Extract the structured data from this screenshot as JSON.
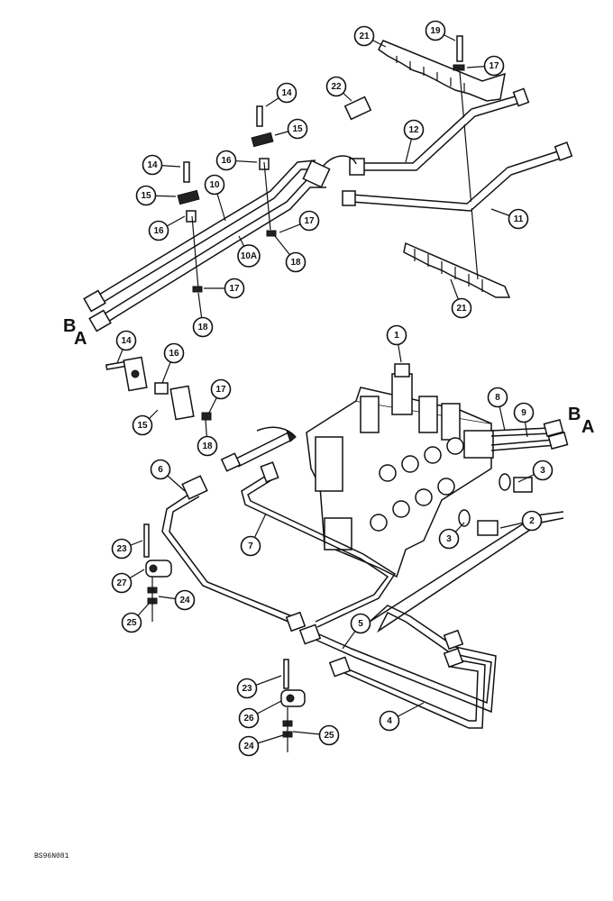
{
  "figure": {
    "code": "BS96N081"
  },
  "port_letters": {
    "left_b": "B",
    "left_a": "A",
    "right_b": "B",
    "right_a": "A"
  },
  "callouts": [
    {
      "id": "c1",
      "label": "1"
    },
    {
      "id": "c2",
      "label": "2"
    },
    {
      "id": "c3a",
      "label": "3"
    },
    {
      "id": "c3b",
      "label": "3"
    },
    {
      "id": "c4",
      "label": "4"
    },
    {
      "id": "c5",
      "label": "5"
    },
    {
      "id": "c6",
      "label": "6"
    },
    {
      "id": "c7",
      "label": "7"
    },
    {
      "id": "c8",
      "label": "8"
    },
    {
      "id": "c9",
      "label": "9"
    },
    {
      "id": "c10",
      "label": "10"
    },
    {
      "id": "c10a",
      "label": "10A"
    },
    {
      "id": "c11",
      "label": "11"
    },
    {
      "id": "c12",
      "label": "12"
    },
    {
      "id": "c14a",
      "label": "14"
    },
    {
      "id": "c14b",
      "label": "14"
    },
    {
      "id": "c14c",
      "label": "14"
    },
    {
      "id": "c15a",
      "label": "15"
    },
    {
      "id": "c15b",
      "label": "15"
    },
    {
      "id": "c15c",
      "label": "15"
    },
    {
      "id": "c16a",
      "label": "16"
    },
    {
      "id": "c16b",
      "label": "16"
    },
    {
      "id": "c16c",
      "label": "16"
    },
    {
      "id": "c17a",
      "label": "17"
    },
    {
      "id": "c17b",
      "label": "17"
    },
    {
      "id": "c17c",
      "label": "17"
    },
    {
      "id": "c17d",
      "label": "17"
    },
    {
      "id": "c18a",
      "label": "18"
    },
    {
      "id": "c18b",
      "label": "18"
    },
    {
      "id": "c18c",
      "label": "18"
    },
    {
      "id": "c19",
      "label": "19"
    },
    {
      "id": "c21a",
      "label": "21"
    },
    {
      "id": "c21b",
      "label": "21"
    },
    {
      "id": "c22",
      "label": "22"
    },
    {
      "id": "c23a",
      "label": "23"
    },
    {
      "id": "c23b",
      "label": "23"
    },
    {
      "id": "c24a",
      "label": "24"
    },
    {
      "id": "c24b",
      "label": "24"
    },
    {
      "id": "c25a",
      "label": "25"
    },
    {
      "id": "c25b",
      "label": "25"
    },
    {
      "id": "c26",
      "label": "26"
    },
    {
      "id": "c27",
      "label": "27"
    }
  ]
}
